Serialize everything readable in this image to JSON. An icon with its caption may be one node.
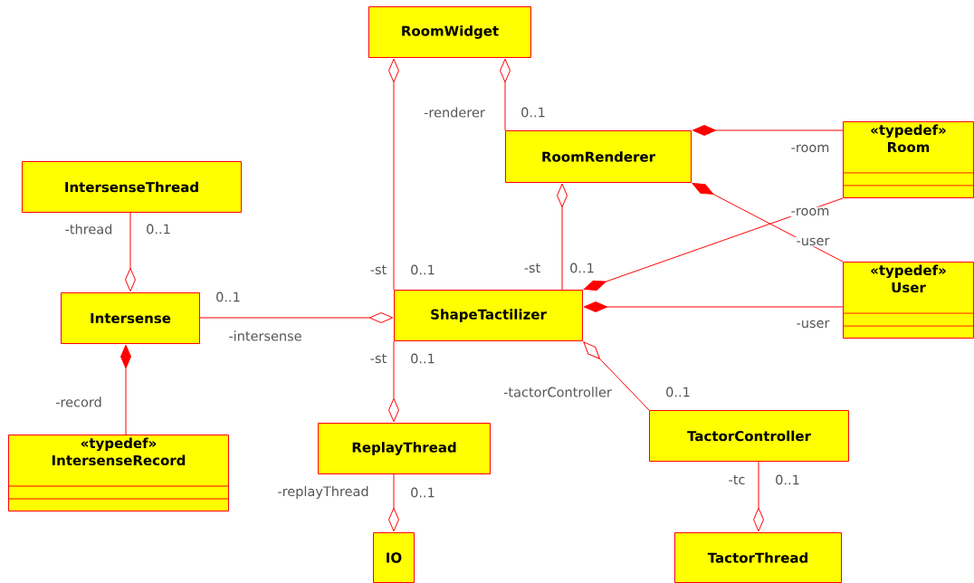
{
  "diagram": {
    "nodes": [
      {
        "text": [
          "RoomWidget"
        ]
      },
      {
        "text": [
          "RoomRenderer"
        ]
      },
      {
        "text": [
          "«typedef»",
          "Room"
        ]
      },
      {
        "text": [
          "IntersenseThread"
        ]
      },
      {
        "text": [
          "Intersense"
        ]
      },
      {
        "text": [
          "ShapeTactilizer"
        ]
      },
      {
        "text": [
          "«typedef»",
          "User"
        ]
      },
      {
        "text": [
          "«typedef»",
          "IntersenseRecord"
        ]
      },
      {
        "text": [
          "ReplayThread"
        ]
      },
      {
        "text": [
          "TactorController"
        ]
      },
      {
        "text": [
          "IO"
        ]
      },
      {
        "text": [
          "TactorThread"
        ]
      }
    ],
    "edges": [
      {
        "from": 0,
        "to": 5,
        "arrow": "other",
        "label": "-st"
      },
      {
        "from": 0,
        "to": 1,
        "arrow": "other",
        "label": "-renderer"
      },
      {
        "from": 1,
        "to": 5,
        "arrow": "other",
        "label": "-st"
      },
      {
        "from": 1,
        "to": 2,
        "arrow": "other",
        "label": "-room"
      },
      {
        "from": 1,
        "to": 6,
        "arrow": "other",
        "label": "-user"
      },
      {
        "from": 5,
        "to": 2,
        "arrow": "other",
        "label": "-room"
      },
      {
        "from": 5,
        "to": 6,
        "arrow": "other",
        "label": "-user"
      },
      {
        "from": 4,
        "to": 3,
        "arrow": "other",
        "label": "-thread"
      },
      {
        "from": 5,
        "to": 4,
        "arrow": "other",
        "label": "-intersense"
      },
      {
        "from": 4,
        "to": 7,
        "arrow": "other",
        "label": "-record"
      },
      {
        "from": 8,
        "to": 5,
        "arrow": "other",
        "label": "-st"
      },
      {
        "from": 5,
        "to": 9,
        "arrow": "other",
        "label": "-tactorController"
      },
      {
        "from": 10,
        "to": 8,
        "arrow": "other",
        "label": "-replayThread"
      },
      {
        "from": 11,
        "to": 9,
        "arrow": "other",
        "label": "-tc"
      }
    ],
    "labels": [
      "0..1",
      "0..1",
      "0..1",
      "0..1",
      "0..1",
      "0..1",
      "0..1",
      "0..1",
      "0..1"
    ]
  }
}
